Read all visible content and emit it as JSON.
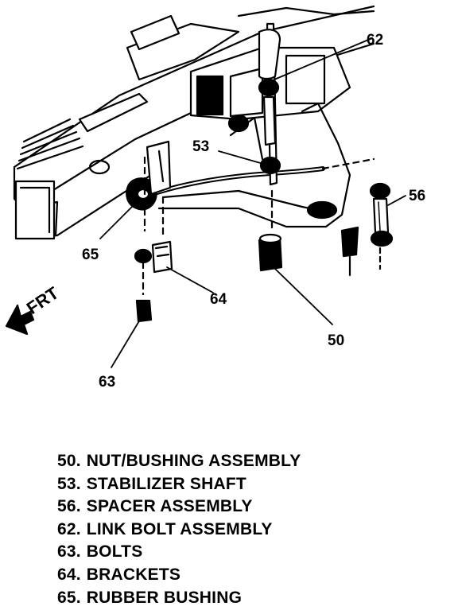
{
  "diagram": {
    "direction_label": "FRT",
    "callouts": {
      "c50": "50",
      "c53": "53",
      "c56": "56",
      "c62": "62",
      "c63": "63",
      "c64": "64",
      "c65": "65"
    }
  },
  "legend": [
    {
      "number": "50.",
      "text": "NUT/BUSHING ASSEMBLY"
    },
    {
      "number": "53.",
      "text": "STABILIZER SHAFT"
    },
    {
      "number": "56.",
      "text": "SPACER ASSEMBLY"
    },
    {
      "number": "62.",
      "text": "LINK BOLT ASSEMBLY"
    },
    {
      "number": "63.",
      "text": "BOLTS"
    },
    {
      "number": "64.",
      "text": "BRACKETS"
    },
    {
      "number": "65.",
      "text": "RUBBER BUSHING"
    }
  ]
}
